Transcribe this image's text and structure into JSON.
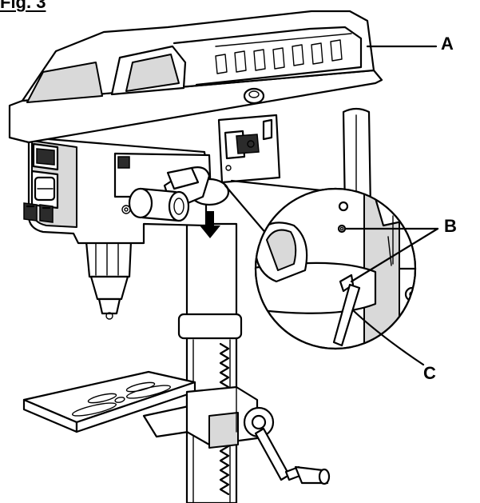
{
  "figure": {
    "title": "Fig. 3",
    "callouts": {
      "a": "A",
      "b": "B",
      "c": "C"
    }
  },
  "icons": {
    "arrow": "down-arrow-icon"
  }
}
